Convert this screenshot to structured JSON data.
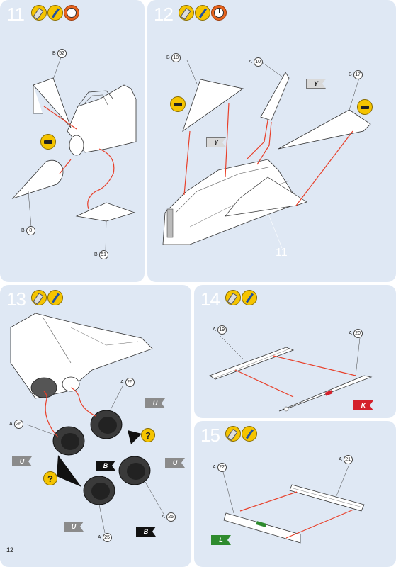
{
  "page_number": "12",
  "steps": [
    {
      "number": "11",
      "icons": [
        "glue-icon",
        "paint-icon",
        "clock-icon"
      ],
      "parts": [
        {
          "sprue": "B",
          "num": "52"
        },
        {
          "sprue": "B",
          "num": "8"
        },
        {
          "sprue": "B",
          "num": "51"
        }
      ]
    },
    {
      "number": "12",
      "icons": [
        "glue-icon",
        "paint-icon",
        "clock-icon"
      ],
      "parts": [
        {
          "sprue": "B",
          "num": "18"
        },
        {
          "sprue": "A",
          "num": "10"
        },
        {
          "sprue": "B",
          "num": "17"
        }
      ],
      "tags": [
        "Y",
        "Y"
      ],
      "reference": "11"
    },
    {
      "number": "13",
      "icons": [
        "glue-icon",
        "paint-icon"
      ],
      "parts": [
        {
          "sprue": "A",
          "num": "26"
        },
        {
          "sprue": "A",
          "num": "26"
        },
        {
          "sprue": "A",
          "num": "25"
        },
        {
          "sprue": "A",
          "num": "25"
        }
      ],
      "tags": [
        "U",
        "U",
        "B",
        "U",
        "U",
        "B"
      ],
      "question_mark": "?"
    },
    {
      "number": "14",
      "icons": [
        "glue-icon",
        "paint-icon"
      ],
      "parts": [
        {
          "sprue": "A",
          "num": "19"
        },
        {
          "sprue": "A",
          "num": "20"
        }
      ],
      "tags": [
        "K"
      ]
    },
    {
      "number": "15",
      "icons": [
        "glue-icon",
        "paint-icon"
      ],
      "parts": [
        {
          "sprue": "A",
          "num": "22"
        },
        {
          "sprue": "A",
          "num": "21"
        }
      ],
      "tags": [
        "L"
      ]
    }
  ],
  "colors": {
    "panel_bg": "#dfe8f4",
    "arrow": "#e8402a",
    "icon_yellow": "#f5c400",
    "clock_orange": "#e8641e"
  }
}
